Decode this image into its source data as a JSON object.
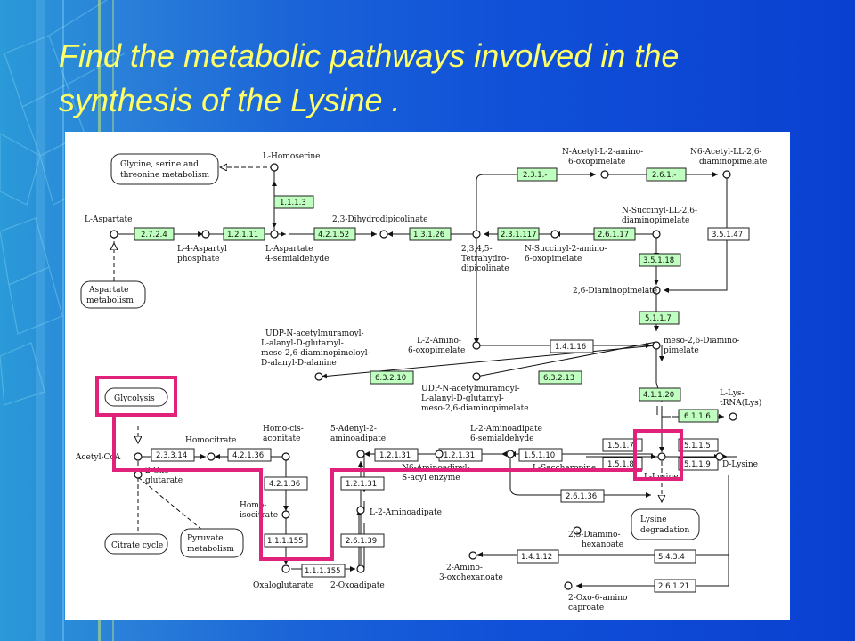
{
  "slide": {
    "title_line1": "Find the metabolic pathways involved in the",
    "title_line2": "synthesis of the Lysine ."
  },
  "colors": {
    "enzyme_fill": "#bfffbf",
    "highlight": "#e0227a",
    "title": "#ffff66"
  },
  "compounds": {
    "l_homoserine": "L-Homoserine",
    "l_aspartate": "L-Aspartate",
    "l4_aspartyl_1": "L-4-Aspartyl",
    "l4_aspartyl_2": "phosphate",
    "l_asp_semi_1": "L-Aspartate",
    "l_asp_semi_2": "4-semialdehyde",
    "dihydrodipicolinate": "2,3-Dihydrodipicolinate",
    "tetrahydro_1": "2,3,4,5-",
    "tetrahydro_2": "Tetrahydro-",
    "tetrahydro_3": "dipicolinate",
    "n_acetyl_1": "N-Acetyl-L-2-amino-",
    "n_acetyl_2": "6-oxopimelate",
    "n6_acetyl_1": "N6-Acetyl-LL-2,6-",
    "n6_acetyl_2": "diaminopimelate",
    "n_succinyl_ll_1": "N-Succinyl-LL-2,6-",
    "n_succinyl_ll_2": "diaminopimelate",
    "n_succinyl_oxo_1": "N-Succinyl-2-amino-",
    "n_succinyl_oxo_2": "6-oxopimelate",
    "diaminopimelate_26": "2,6-Diaminopimelate",
    "l2_amino_1": "L-2-Amino-",
    "l2_amino_2": "6-oxopimelate",
    "meso_1": "meso-2,6-Diamino-",
    "meso_2": "pimelate",
    "udp_1_1": "UDP-N-acetylmuramoyl-",
    "udp_1_2": "L-alanyl-D-glutamyl-",
    "udp_1_3": "meso-2,6-diaminopimeloyl-",
    "udp_1_4": "D-alanyl-D-alanine",
    "udp_2_1": "UDP-N-acetylmuramoyl-",
    "udp_2_2": "L-alanyl-D-glutamyl-",
    "udp_2_3": "meso-2,6-diaminopimelate",
    "l_lys_trna_1": "L-Lys-",
    "l_lys_trna_2": "tRNA(Lys)",
    "d_lysine": "D-Lysine",
    "acetyl_coa": "Acetyl-CoA",
    "oxo_glutarate_1": "2-Oxo-",
    "oxo_glutarate_2": "glutarate",
    "homocitrate": "Homocitrate",
    "homocis_1": "Homo-cis-",
    "homocis_2": "aconitate",
    "homoiso_1": "Homo-",
    "homoiso_2": "isocitrate",
    "oxaloglutarate": "Oxaloglutarate",
    "oxoadipate": "2-Oxoadipate",
    "adenyl_1": "5-Adenyl-2-",
    "adenyl_2": "aminoadipate",
    "aminoadipyl_1": "N6-Aminoadipyl-",
    "aminoadipyl_2": "S-acyl enzyme",
    "aminoadipate_semi_1": "L-2-Aminoadipate",
    "aminoadipate_semi_2": "6-semialdehyde",
    "saccharopine": "L-Saccharopine",
    "l2_aminoadipate": "L-2-Aminoadipate",
    "lysine": "L-Lysine",
    "diaminohex_1": "2,5-Diamino-",
    "diaminohex_2": "hexanoate",
    "amino_oxohex_1": "2-Amino-",
    "amino_oxohex_2": "3-oxohexanoate",
    "oxo_amino_cap_1": "2-Oxo-6-amino",
    "oxo_amino_cap_2": "caproate"
  },
  "pathways": {
    "glycine_1": "Glycine, serine and",
    "glycine_2": "threonine metabolism",
    "aspartate_1": "Aspartate",
    "aspartate_2": "metabolism",
    "glycolysis": "Glycolysis",
    "citrate": "Citrate cycle",
    "pyruvate_1": "Pyruvate",
    "pyruvate_2": "metabolism",
    "lysine_deg_1": "Lysine",
    "lysine_deg_2": "degradation"
  },
  "enzymes": {
    "e_1_1_1_3": "1.1.1.3",
    "e_2_7_2_4": "2.7.2.4",
    "e_1_2_1_11": "1.2.1.11",
    "e_4_2_1_52": "4.2.1.52",
    "e_1_3_1_26": "1.3.1.26",
    "e_2_3_1_117": "2.3.1.117",
    "e_2_6_1_17": "2.6.1.17",
    "e_2_3_1_x": "2.3.1.-",
    "e_2_6_1_x": "2.6.1.-",
    "e_3_5_1_47": "3.5.1.47",
    "e_3_5_1_18": "3.5.1.18",
    "e_5_1_1_7": "5.1.1.7",
    "e_1_4_1_16": "1.4.1.16",
    "e_6_3_2_13": "6.3.2.13",
    "e_6_3_2_10": "6.3.2.10",
    "e_4_1_1_20": "4.1.1.20",
    "e_6_1_1_6": "6.1.1.6",
    "e_5_1_1_5": "5.1.1.5",
    "e_5_1_1_9": "5.1.1.9",
    "e_1_5_1_7": "1.5.1.7",
    "e_1_5_1_8": "1.5.1.8",
    "e_1_5_1_10": "1.5.1.10",
    "e_1_2_1_31a": "1.2.1.31",
    "e_1_2_1_31b": "1.2.1.31",
    "e_1_2_1_31c": "1.2.1.31",
    "e_2_6_1_36": "2.6.1.36",
    "e_2_3_3_14": "2.3.3.14",
    "e_4_2_1_36a": "4.2.1.36",
    "e_4_2_1_36b": "4.2.1.36",
    "e_1_1_1_155a": "1.1.1.155",
    "e_1_1_1_155b": "1.1.1.155",
    "e_2_6_1_39": "2.6.1.39",
    "e_5_4_3_4": "5.4.3.4",
    "e_1_4_1_12": "1.4.1.12",
    "e_2_6_1_21": "2.6.1.21"
  }
}
